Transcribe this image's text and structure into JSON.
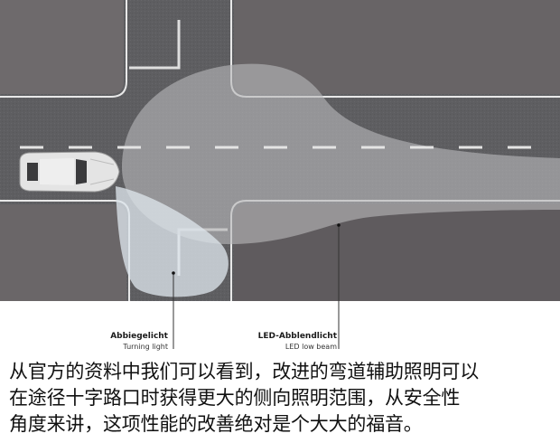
{
  "diagram": {
    "description": "Top-down view of a car approaching a road intersection showing headlight coverage",
    "colors": {
      "asphalt": "#5e5e61",
      "sidewalk_block": "#6e6a6c",
      "curb_line": "#e8e8e8",
      "lane_dash": "#e4e4e4",
      "low_beam_light": "#a9a9ab",
      "turning_light": "#d6dde3",
      "car_body": "#e2e2e2",
      "leader_line": "#333333"
    },
    "labels": [
      {
        "id": "turning-light",
        "title": "Abbiegelicht",
        "subtitle": "Turning light"
      },
      {
        "id": "led-low-beam",
        "title": "LED-Abblendlicht",
        "subtitle": "LED low beam"
      }
    ]
  },
  "caption": {
    "lines": [
      "从官方的资料中我们可以看到，改进的弯道辅助照明可以",
      "在途径十字路口时获得更大的侧向照明范围，从安全性",
      "角度来讲，这项性能的改善绝对是个大大的福音。"
    ]
  }
}
